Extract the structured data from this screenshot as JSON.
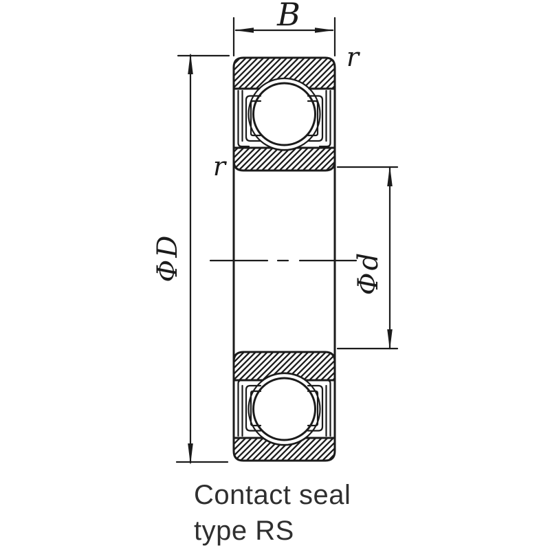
{
  "diagram": {
    "labels": {
      "width": "B",
      "radius_top_right": "r",
      "radius_left": "r",
      "outer_diameter": "ΦD",
      "bore_diameter": "Φd"
    },
    "caption": {
      "line1": "Contact seal",
      "line2": "type RS"
    },
    "colors": {
      "line": "#1b1b1b",
      "bg": "#ffffff",
      "caption": "#2f2f2f"
    }
  }
}
